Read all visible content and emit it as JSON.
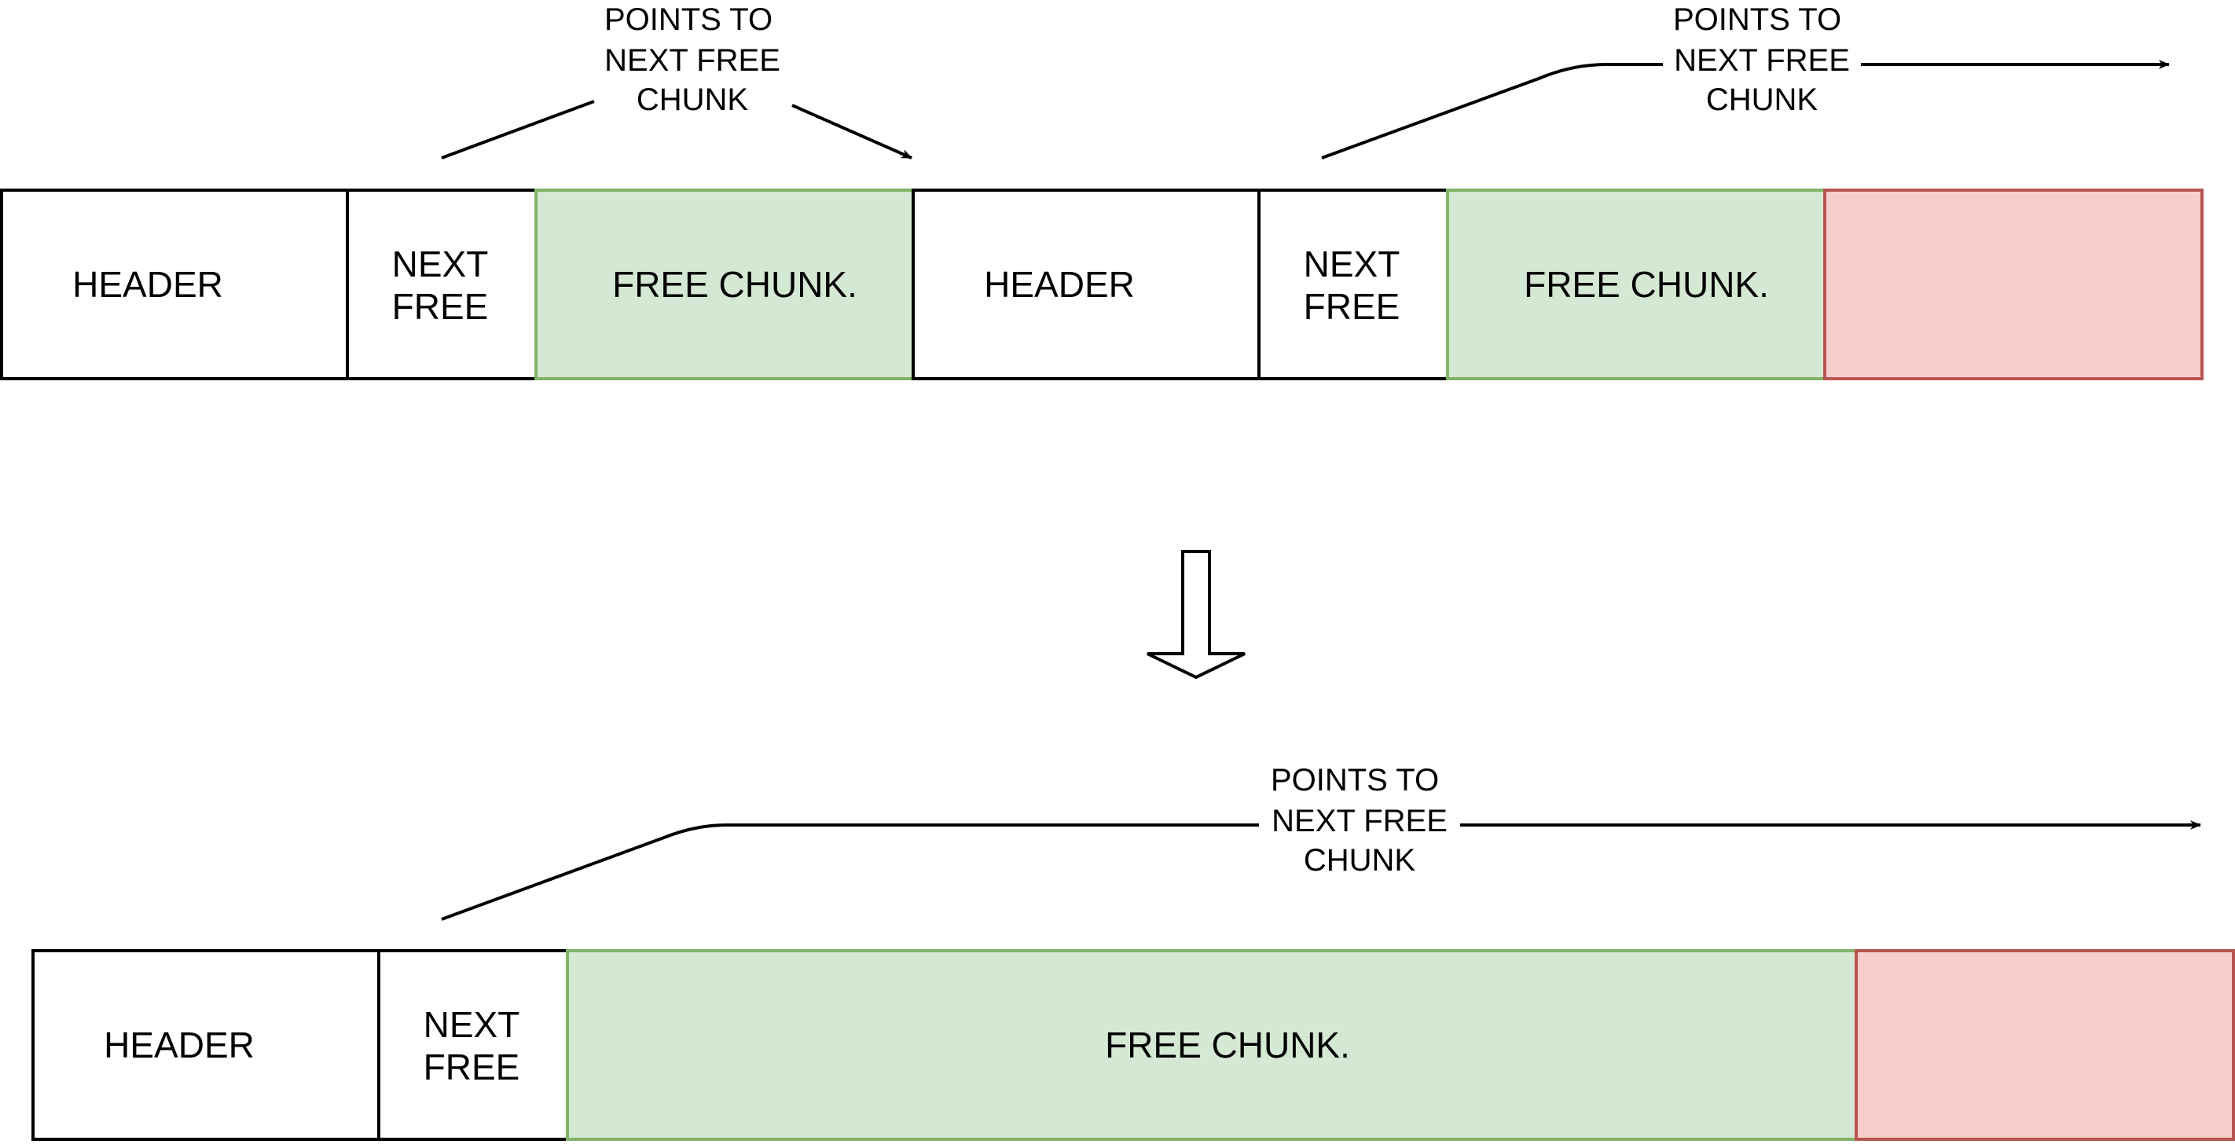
{
  "colors": {
    "free_fill": "#d5e8d4",
    "free_stroke": "#82b366",
    "used_fill": "#f8cecc",
    "used_stroke": "#b85450",
    "plain_fill": "#ffffff",
    "line": "#000000"
  },
  "before": {
    "blocks": [
      {
        "kind": "plain",
        "lines": [
          "HEADER"
        ]
      },
      {
        "kind": "plain",
        "lines": [
          "NEXT",
          "FREE"
        ]
      },
      {
        "kind": "free",
        "lines": [
          "FREE CHUNK."
        ]
      },
      {
        "kind": "plain",
        "lines": [
          "HEADER"
        ]
      },
      {
        "kind": "plain",
        "lines": [
          "NEXT",
          "FREE"
        ]
      },
      {
        "kind": "free",
        "lines": [
          "FREE CHUNK."
        ]
      },
      {
        "kind": "used",
        "lines": []
      }
    ],
    "pointer_labels": [
      {
        "lines": [
          "POINTS TO",
          "NEXT FREE",
          "CHUNK"
        ]
      },
      {
        "lines": [
          "POINTS TO",
          "NEXT FREE",
          "CHUNK"
        ]
      }
    ]
  },
  "transition": {
    "icon": "down-arrow-icon"
  },
  "after": {
    "blocks": [
      {
        "kind": "plain",
        "lines": [
          "HEADER"
        ]
      },
      {
        "kind": "plain",
        "lines": [
          "NEXT",
          "FREE"
        ]
      },
      {
        "kind": "free",
        "lines": [
          "FREE CHUNK."
        ]
      },
      {
        "kind": "used",
        "lines": []
      }
    ],
    "pointer_labels": [
      {
        "lines": [
          "POINTS TO",
          "NEXT FREE",
          "CHUNK"
        ]
      }
    ]
  }
}
